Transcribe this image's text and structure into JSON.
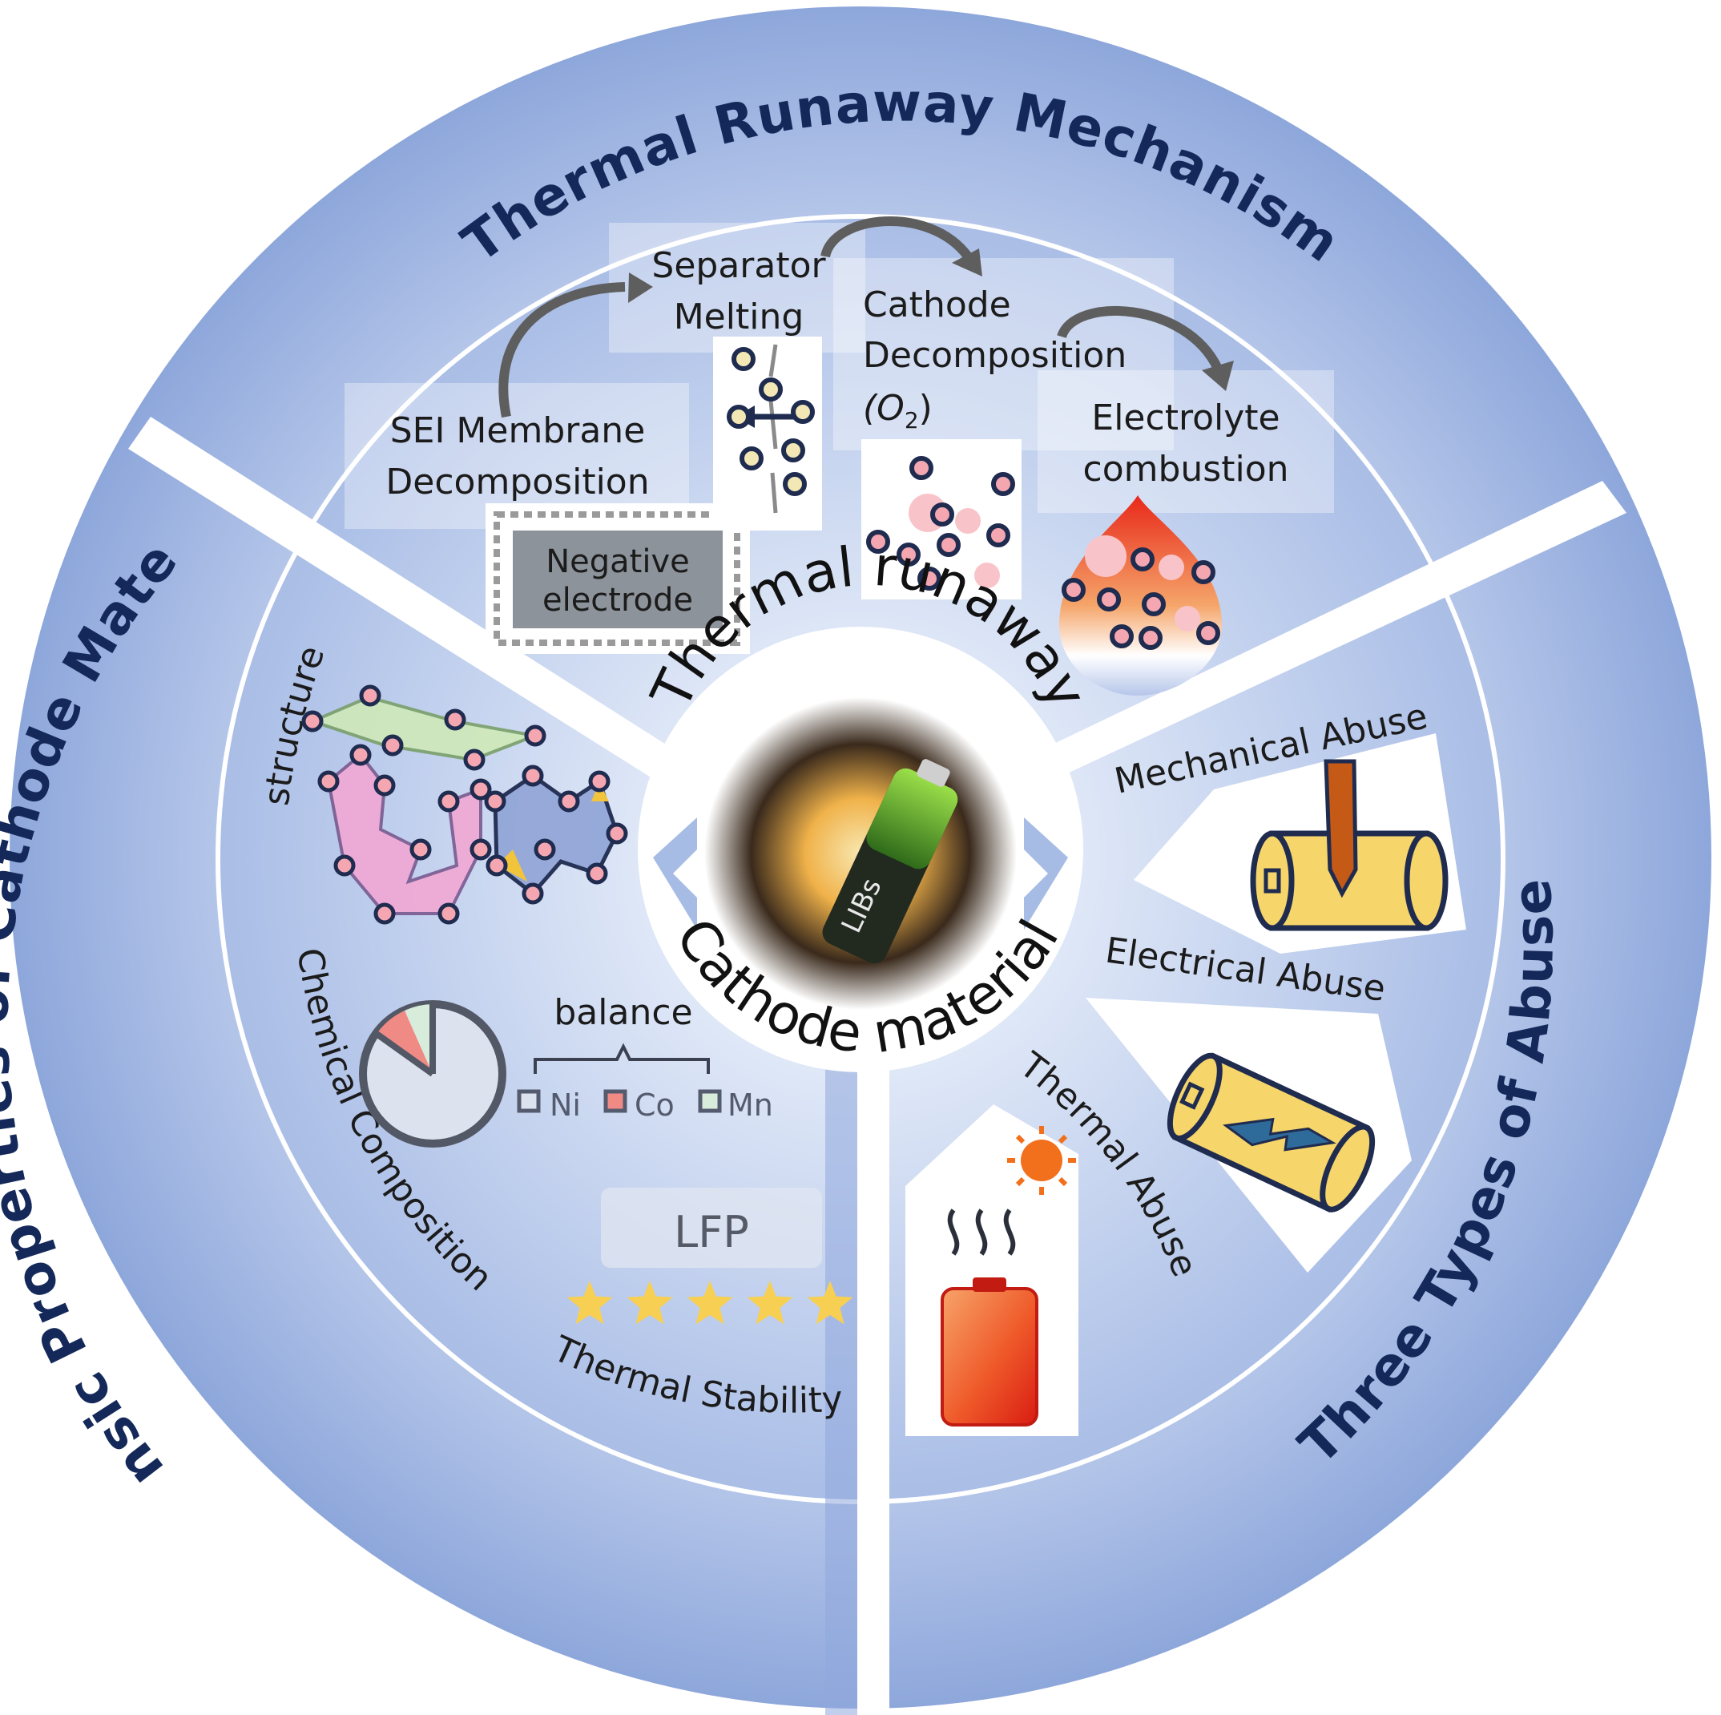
{
  "titles": {
    "top": "Thermal Runaway Mechanism",
    "left": "Intrinsic Properties of Cathode Materials",
    "right": "Three Types of Abuse"
  },
  "center": {
    "top_text": "Thermal runaway",
    "bottom_text": "Cathode material",
    "battery_label": "LIBs"
  },
  "mechanism": {
    "sei": [
      "SEI Membrane",
      "Decomposition"
    ],
    "negative_electrode": [
      "Negative",
      "electrode"
    ],
    "separator": [
      "Separator",
      "Melting"
    ],
    "cathode": [
      "Cathode",
      "Decomposition"
    ],
    "cathode_o2": "(O",
    "cathode_o2_sub": "2",
    "cathode_o2_close": ")",
    "electrolyte": [
      "Electrolyte",
      "combustion"
    ]
  },
  "cathode_props": {
    "structure": "structure",
    "chemical_composition": "Chemical Composition",
    "balance": "balance",
    "legend": [
      "Ni",
      "Co",
      "Mn"
    ],
    "lfp": "LFP",
    "lfp_stars": 5,
    "thermal_stability": "Thermal Stability"
  },
  "abuse": {
    "mechanical": "Mechanical Abuse",
    "electrical": "Electrical Abuse",
    "thermal": "Thermal Abuse"
  },
  "colors": {
    "title": "#14295a",
    "ring": "#a9bde6",
    "inner": "#c7d5f0",
    "node_fill": "#f4a7b0",
    "node_stroke": "#1f2b4f",
    "star": "#f7cf52",
    "pie_co": "#f08a84",
    "pie_mn": "#d8ecdc",
    "pie_ni": "#dde3ee"
  }
}
